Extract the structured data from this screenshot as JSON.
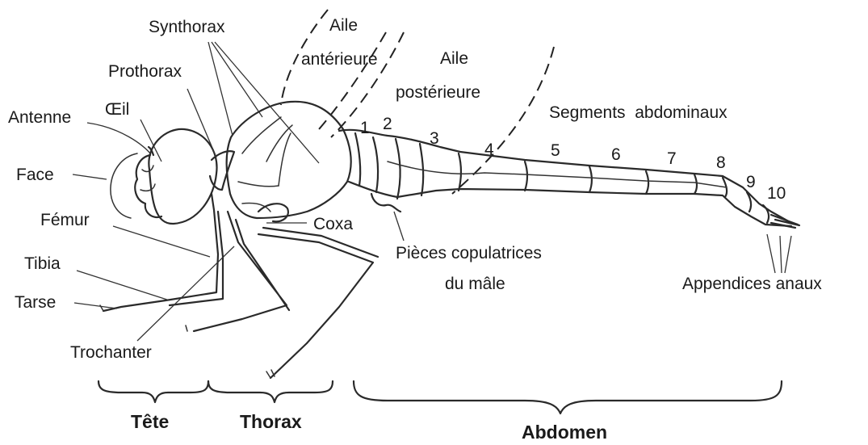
{
  "labels": {
    "synthorax": "Synthorax",
    "aile_anterieure_1": "Aile",
    "aile_anterieure_2": "antérieure",
    "aile_posterieure_1": "Aile",
    "aile_posterieure_2": "postérieure",
    "prothorax": "Prothorax",
    "oeil": "Œil",
    "antenne": "Antenne",
    "segments_abdominaux": "Segments  abdominaux",
    "face": "Face",
    "femur": "Fémur",
    "tibia": "Tibia",
    "tarse": "Tarse",
    "trochanter": "Trochanter",
    "coxa": "Coxa",
    "pieces_1": "Pièces copulatrices",
    "pieces_2": "du mâle",
    "appendices": "Appendices anaux"
  },
  "segments": [
    "1",
    "2",
    "3",
    "4",
    "5",
    "6",
    "7",
    "8",
    "9",
    "10"
  ],
  "regions": {
    "tete": "Tête",
    "thorax": "Thorax",
    "abdomen": "Abdomen"
  }
}
